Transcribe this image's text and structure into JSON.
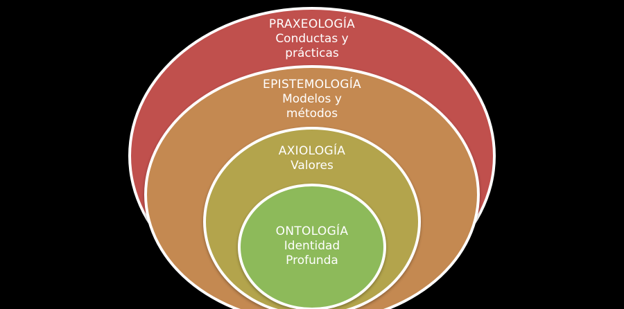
{
  "canvas": {
    "background_color": "#000000",
    "stroke_color": "#ffffff",
    "text_color": "#ffffff"
  },
  "diagram": {
    "type": "stacked-venn",
    "rings": [
      {
        "level": 1,
        "title": "PRAXEOLOGÍA",
        "subtitle": "Conductas y prácticas",
        "fill": "#c0504d"
      },
      {
        "level": 2,
        "title": "EPISTEMOLOGÍA",
        "subtitle": "Modelos y métodos",
        "fill": "#c48951"
      },
      {
        "level": 3,
        "title": "AXIOLOGÍA",
        "subtitle": "Valores",
        "fill": "#b3a44c"
      },
      {
        "level": 4,
        "title": "ONTOLOGÍA",
        "subtitle": "Identidad Profunda",
        "fill": "#8dba5a"
      }
    ]
  }
}
